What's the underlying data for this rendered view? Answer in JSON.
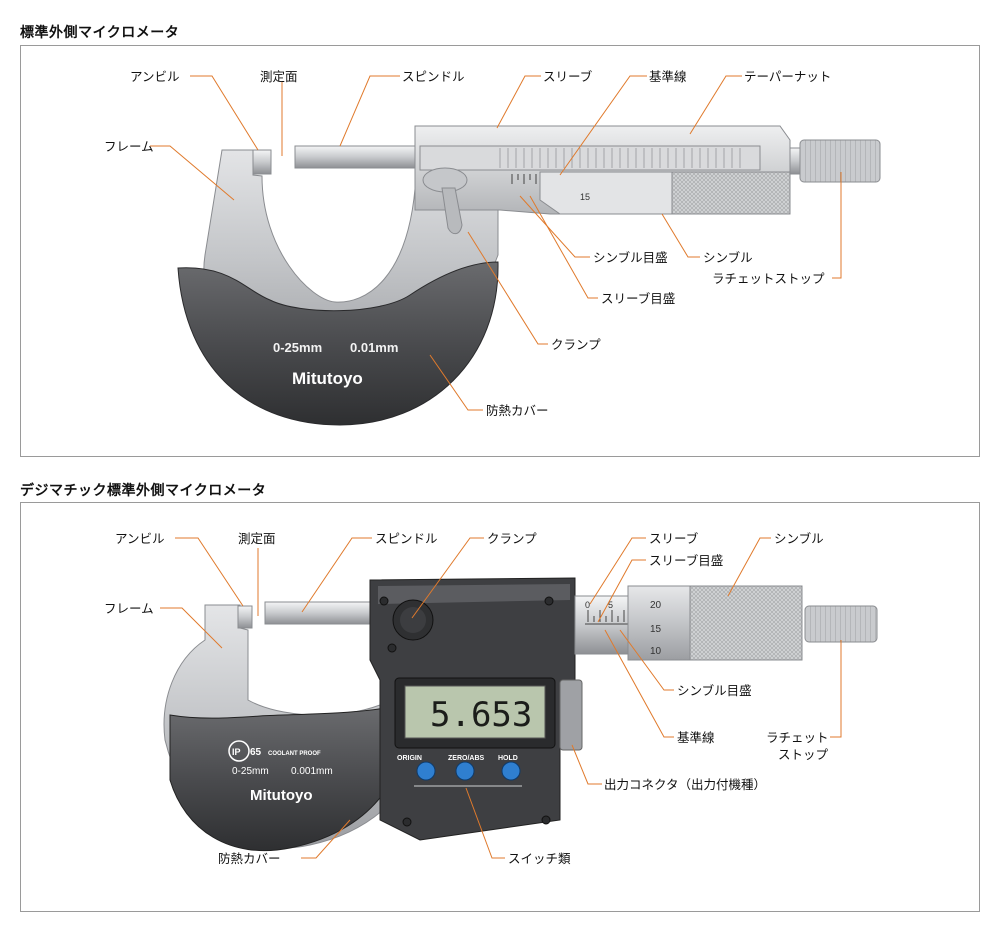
{
  "section1": {
    "title": "標準外側マイクロメータ",
    "labels": {
      "anvil": "アンビル",
      "measuring_face": "測定面",
      "spindle": "スピンドル",
      "sleeve": "スリーブ",
      "reference_line": "基準線",
      "taper_nut": "テーパーナット",
      "frame": "フレーム",
      "thimble_scale": "シンブル目盛",
      "thimble": "シンブル",
      "ratchet_stop": "ラチェットストップ",
      "sleeve_scale": "スリーブ目盛",
      "clamp": "クランプ",
      "heat_insulator": "防熱カバー"
    },
    "product": {
      "range_text": "0-25mm",
      "resolution_text": "0.01mm",
      "brand": "Mitutoyo",
      "thimble_number": "15"
    }
  },
  "section2": {
    "title": "デジマチック標準外側マイクロメータ",
    "labels": {
      "anvil": "アンビル",
      "measuring_face": "測定面",
      "spindle": "スピンドル",
      "clamp": "クランプ",
      "sleeve": "スリーブ",
      "sleeve_scale": "スリーブ目盛",
      "thimble": "シンブル",
      "frame": "フレーム",
      "thimble_scale": "シンブル目盛",
      "reference_line": "基準線",
      "ratchet_stop_line1": "ラチェット",
      "ratchet_stop_line2": "ストップ",
      "output_connector": "出力コネクタ（出力付機種）",
      "heat_insulator": "防熱カバー",
      "switches": "スイッチ類"
    },
    "product": {
      "display_value": "5.653",
      "ip_rating_prefix": "IP",
      "ip_rating_number": "65",
      "coolant_text": "COOLANT PROOF",
      "range_text": "0-25mm",
      "resolution_text": "0.001mm",
      "brand": "Mitutoyo",
      "buttons": [
        "ORIGIN",
        "ZERO/ABS",
        "HOLD"
      ],
      "sleeve_numbers": [
        "0",
        "5"
      ],
      "thimble_numbers": [
        "20",
        "15",
        "10"
      ]
    }
  },
  "colors": {
    "leader_line": "#e07a2c",
    "frame_gray": "#bfc1c4",
    "cover_dark": "#4a4b4e",
    "panel_border": "#9a9a9a",
    "lcd_green": "#b9c6ad",
    "button_blue": "#2f7fd0"
  }
}
